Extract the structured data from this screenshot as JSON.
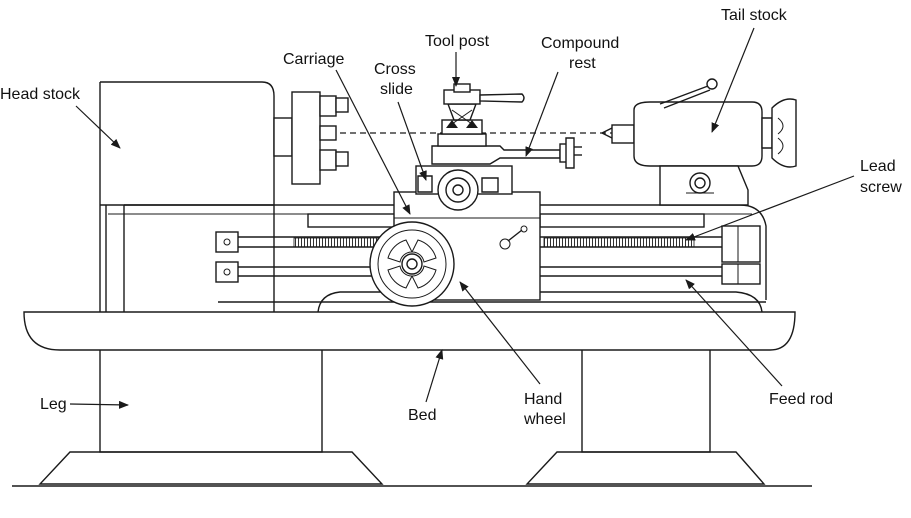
{
  "labels": {
    "head_stock": "Head stock",
    "carriage": "Carriage",
    "tool_post": "Tool post",
    "cross_slide_1": "Cross",
    "cross_slide_2": "slide",
    "compound_rest_1": "Compound",
    "compound_rest_2": "rest",
    "tail_stock": "Tail stock",
    "lead_screw_1": "Lead",
    "lead_screw_2": "screw",
    "feed_rod": "Feed rod",
    "hand_wheel_1": "Hand",
    "hand_wheel_2": "wheel",
    "bed": "Bed",
    "leg": "Leg"
  },
  "colors": {
    "ink": "#1a1a1a",
    "background": "#ffffff"
  }
}
